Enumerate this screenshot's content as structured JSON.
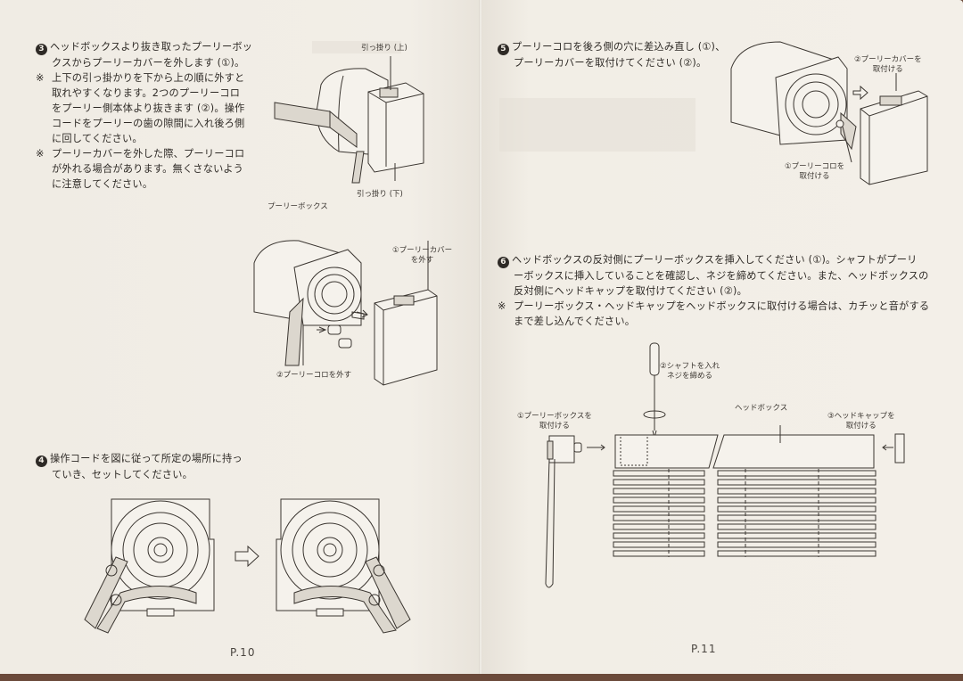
{
  "left_page": {
    "page_number": "P.10",
    "step3": {
      "number": "3",
      "lines": [
        "ヘッドボックスより抜き取ったプーリーボッ",
        "クスからプーリーカバーを外します (①)。"
      ],
      "notes": [
        {
          "mark": "※",
          "lines": [
            "上下の引っ掛かりを下から上の順に外すと",
            "取れやすくなります。2つのプーリーコロ",
            "をプーリー側本体より抜きます (②)。操作",
            "コードをプーリーの歯の隙間に入れ後ろ側",
            "に回してください。"
          ]
        },
        {
          "mark": "※",
          "lines": [
            "プーリーカバーを外した際、プーリーコロ",
            "が外れる場合があります。無くさないよう",
            "に注意してください。"
          ]
        }
      ]
    },
    "figure_a": {
      "label_top_hook": "引っ掛り (上)",
      "label_bottom_hook": "引っ掛り (下)"
    },
    "figure_b": {
      "label_pulley_box": "プーリーボックス",
      "label_remove_cover": [
        "①プーリーカバー",
        "を外す"
      ],
      "label_remove_roller": "②プーリーコロを外す"
    },
    "step4": {
      "number": "4",
      "lines": [
        "操作コードを図に従って所定の場所に持っ",
        "ていき、セットしてください。"
      ]
    },
    "figure_c": {
      "arrow_icon": "outline-arrow-right"
    }
  },
  "right_page": {
    "page_number": "P.11",
    "step5": {
      "number": "5",
      "lines": [
        "プーリーコロを後ろ側の穴に差込み直し (①)、",
        "プーリーカバーを取付けてください (②)。"
      ]
    },
    "figure_d": {
      "label_attach_cover": [
        "②プーリーカバーを",
        "取付ける"
      ],
      "label_attach_roller": [
        "①プーリーコロを",
        "取付ける"
      ]
    },
    "step6": {
      "number": "6",
      "lines": [
        "ヘッドボックスの反対側にプーリーボックスを挿入してください (①)。シャフトがプーリ",
        "ーボックスに挿入していることを確認し、ネジを締めてください。また、ヘッドボックスの",
        "反対側にヘッドキャップを取付けてください (②)。"
      ],
      "notes": [
        {
          "mark": "※",
          "lines": [
            "プーリーボックス・ヘッドキャップをヘッドボックスに取付ける場合は、カチッと音がする",
            "まで差し込んでください。"
          ]
        }
      ]
    },
    "figure_e": {
      "label_shaft": [
        "②シャフトを入れ",
        "ネジを締める"
      ],
      "label_headbox": "ヘッドボックス",
      "label_attach_pulley_box": [
        "①プーリーボックスを",
        "取付ける"
      ],
      "label_attach_head_cap": [
        "③ヘッドキャップを",
        "取付ける"
      ]
    }
  },
  "colors": {
    "paper": "#f1ede5",
    "ink": "#2e2a26",
    "background": "#6b4a3a"
  }
}
